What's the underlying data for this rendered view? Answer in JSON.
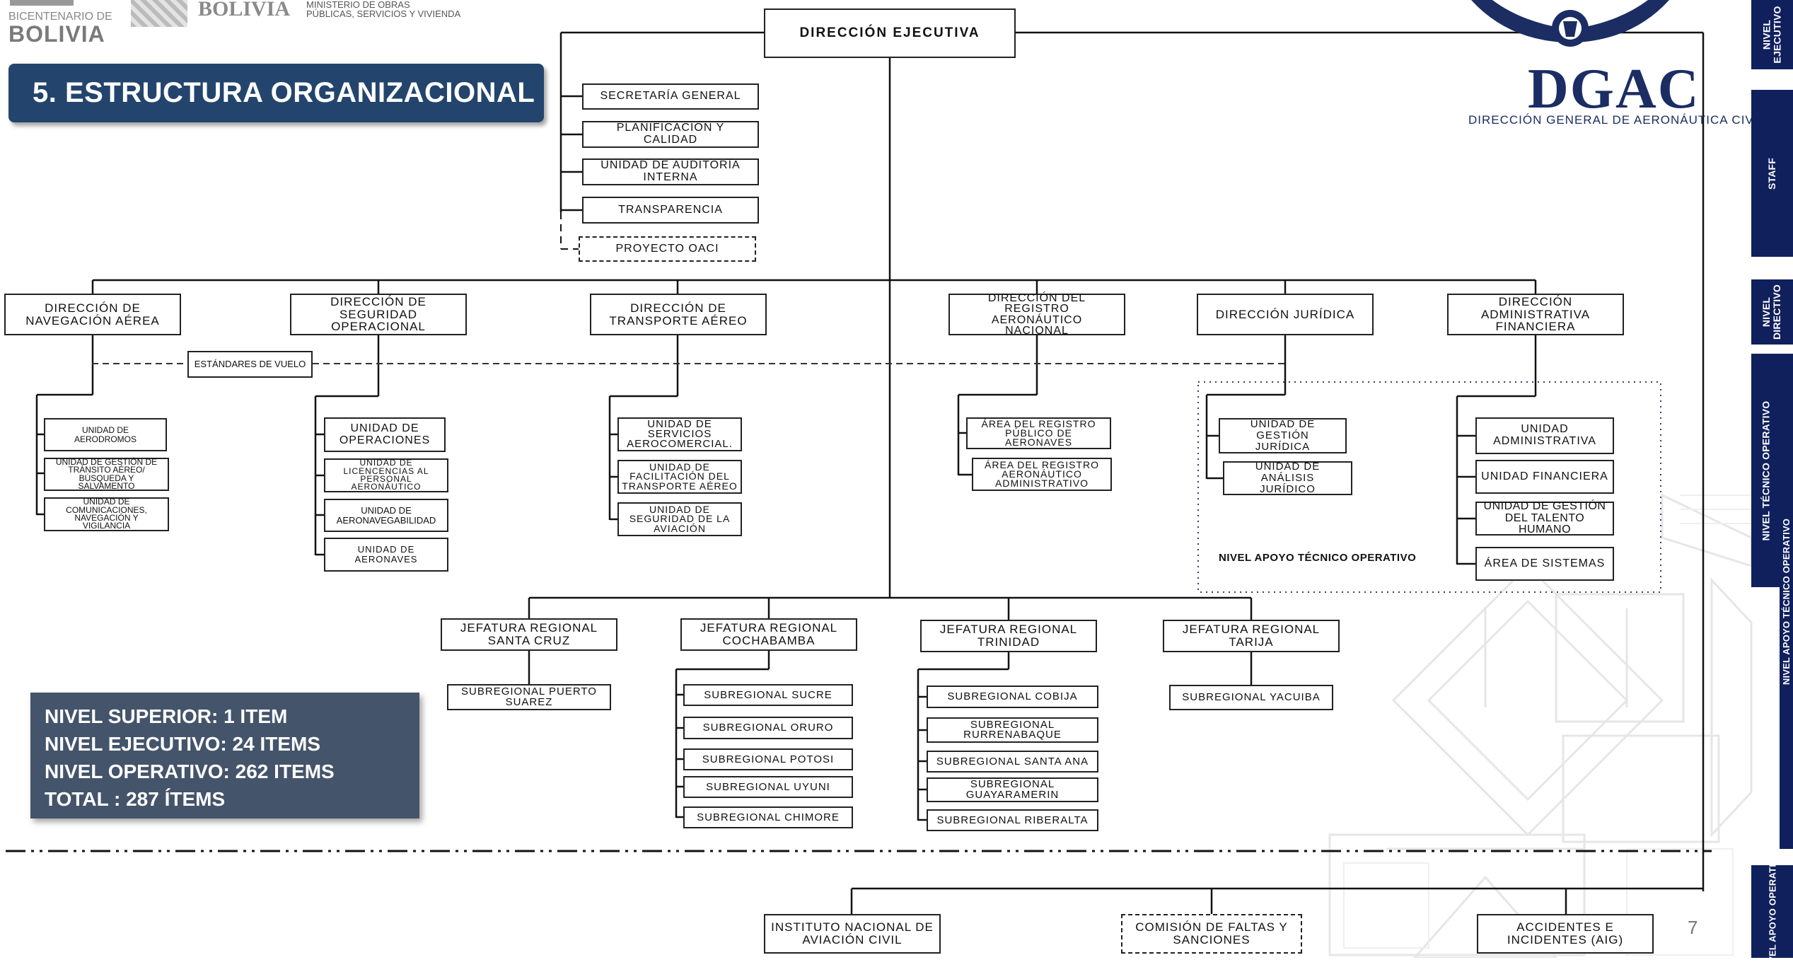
{
  "header": {
    "bicentenario_small": "BICENTENARIO DE",
    "bicentenario_big": "BOLIVIA",
    "bolivia_logo": "BOLIVIA",
    "ministry_line1": "MINISTERIO DE OBRAS",
    "ministry_line2": "PÚBLICAS, SERVICIOS Y VIVIENDA"
  },
  "title": "5. ESTRUCTURA ORGANIZACIONAL",
  "logo": {
    "acronym": "DGAC",
    "full_name": "DIRECCIÓN GENERAL DE AERONÁUTICA CIVIL"
  },
  "side_tabs": [
    "NIVEL\nEJECUTIVO",
    "STAFF",
    "NIVEL\nDIRECTIVO",
    "NIVEL TÉCNICO OPERATIVO",
    "NIVEL APOYO TÉCNICO OPERATIVO",
    "NIVEL APOYO OPERATIVO"
  ],
  "org": {
    "top": "DIRECCIÓN EJECUTIVA",
    "staff": [
      "SECRETARÍA GENERAL",
      "PLANIFICACIÓN Y\nCALIDAD",
      "UNIDAD DE AUDITORÍA\nINTERNA",
      "TRANSPARENCIA",
      "PROYECTO OACI"
    ],
    "directions": [
      "DIRECCIÓN DE\nNAVEGACIÓN AÉREA",
      "DIRECCIÓN DE\nSEGURIDAD\nOPERACIONAL",
      "DIRECCIÓN DE\nTRANSPORTE AÉREO",
      "DIRECCIÓN DEL\nREGISTRO\nAERONÁUTICO\nNACIONAL",
      "DIRECCIÓN JURÍDICA",
      "DIRECCIÓN\nADMINISTRATIVA\nFINANCIERA"
    ],
    "estandares": "ESTÁNDARES DE VUELO",
    "units_nav": [
      "UNIDAD DE\nAERODROMOS",
      "UNIDAD DE GESTIÓN DE\nTRÁNSITO AÉREO/\nBÚSQUEDA Y\nSALVAMENTO",
      "UNIDAD DE\nCOMUNICACIONES,\nNAVEGACIÓN Y\nVIGILANCIA"
    ],
    "units_seg": [
      "UNIDAD DE\nOPERACIONES",
      "UNIDAD DE\nLICENCENCIAS AL\nPERSONAL\nAERONÁUTICO",
      "UNIDAD DE\nAERONAVEGABILIDAD",
      "UNIDAD DE\nAERONAVES"
    ],
    "units_trans": [
      "UNIDAD DE\nSERVICIOS\nAEROCOMERCIAL.",
      "UNIDAD DE\nFACILITACIÓN DEL\nTRANSPORTE AÉREO",
      "UNIDAD DE\nSEGURIDAD DE LA\nAVIACIÓN"
    ],
    "units_reg": [
      "ÁREA DEL REGISTRO\nPÚBLICO DE\nAERONAVES",
      "ÁREA DEL REGISTRO\nAERONÁUTICO\nADMINISTRATIVO"
    ],
    "units_jur": [
      "UNIDAD DE GESTIÓN\nJURÍDICA",
      "UNIDAD DE ANÁLISIS\nJURÍDICO"
    ],
    "units_adm": [
      "UNIDAD\nADMINISTRATIVA",
      "UNIDAD FINANCIERA",
      "UNIDAD DE GESTIÓN\nDEL TALENTO HUMANO",
      "ÁREA DE SISTEMAS"
    ],
    "apoyo_label": "NIVEL APOYO TÉCNICO OPERATIVO",
    "regionales": [
      "JEFATURA REGIONAL\nSANTA CRUZ",
      "JEFATURA REGIONAL\nCOCHABAMBA",
      "JEFATURA REGIONAL\nTRINIDAD",
      "JEFATURA REGIONAL\nTARIJA"
    ],
    "sub_santacruz": [
      "SUBREGIONAL PUERTO\nSUAREZ"
    ],
    "sub_cochabamba": [
      "SUBREGIONAL SUCRE",
      "SUBREGIONAL ORURO",
      "SUBREGIONAL POTOSI",
      "SUBREGIONAL UYUNI",
      "SUBREGIONAL CHIMORE"
    ],
    "sub_trinidad": [
      "SUBREGIONAL COBIJA",
      "SUBREGIONAL\nRURRENABAQUE",
      "SUBREGIONAL SANTA ANA",
      "SUBREGIONAL\nGUAYARAMERIN",
      "SUBREGIONAL RIBERALTA"
    ],
    "sub_tarija": [
      "SUBREGIONAL YACUIBA"
    ],
    "bottom": [
      "INSTITUTO NACIONAL DE\nAVIACIÓN CIVIL",
      "COMISIÓN DE FALTAS Y\nSANCIONES",
      "ACCIDENTES E\nINCIDENTES (AIG)"
    ]
  },
  "stats": [
    "NIVEL SUPERIOR: 1 ITEM",
    "NIVEL EJECUTIVO: 24 ITEMS",
    "NIVEL OPERATIVO: 262 ITEMS",
    "TOTAL : 287 ÍTEMS"
  ],
  "page_number": "7"
}
